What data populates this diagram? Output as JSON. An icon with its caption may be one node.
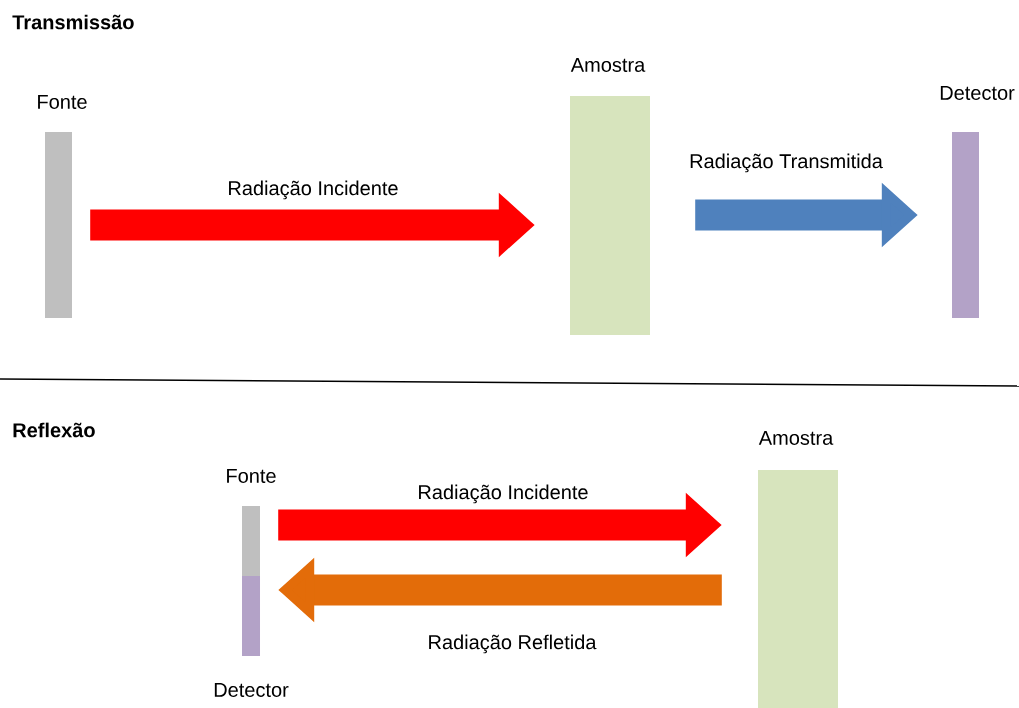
{
  "diagram": {
    "nodes": [
      {
        "text": [
          "Fonte"
        ]
      },
      {
        "text": [
          "Amostra"
        ]
      },
      {
        "text": [
          "Detector"
        ]
      },
      {
        "text": [
          "Fonte"
        ]
      },
      {
        "text": [
          "Detector"
        ]
      },
      {
        "text": [
          "Amostra"
        ]
      }
    ],
    "edges": [
      {
        "from": 0,
        "to": 1,
        "arrow": "to",
        "label": "Radiação Incidente",
        "color": "#ff0000"
      },
      {
        "from": 1,
        "to": 2,
        "arrow": "to",
        "label": "Radiação Transmitida",
        "color": "#4f81bd"
      },
      {
        "from": 3,
        "to": 5,
        "arrow": "to",
        "label": "Radiação Incidente",
        "color": "#ff0000"
      },
      {
        "from": 5,
        "to": 4,
        "arrow": "to",
        "label": "Radiação Refletida",
        "color": "#e36c09"
      }
    ],
    "labels": [
      "Transmissão",
      "Reflexão"
    ]
  }
}
